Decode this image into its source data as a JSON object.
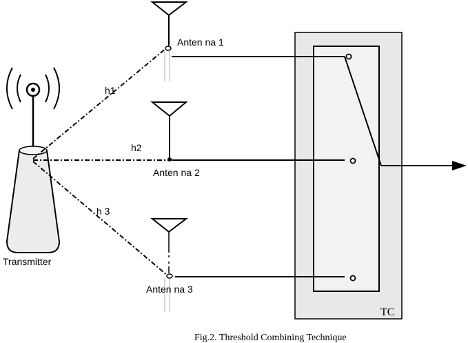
{
  "diagram": {
    "transmitter_label": "Transmitter",
    "antenna_1_label": "Anten na 1",
    "antenna_2_label": "Anten na  2",
    "antenna_3_label": "Anten na   3",
    "channel_1_label": "h1",
    "channel_2_label": "h2",
    "channel_3_label": "h 3",
    "combiner_label": "TC",
    "caption": "Fig.2. Threshold Combining Technique",
    "colors": {
      "line": "#000000",
      "combiner_fill": "#e8e8e8",
      "transmitter_fill": "#ececec"
    }
  }
}
